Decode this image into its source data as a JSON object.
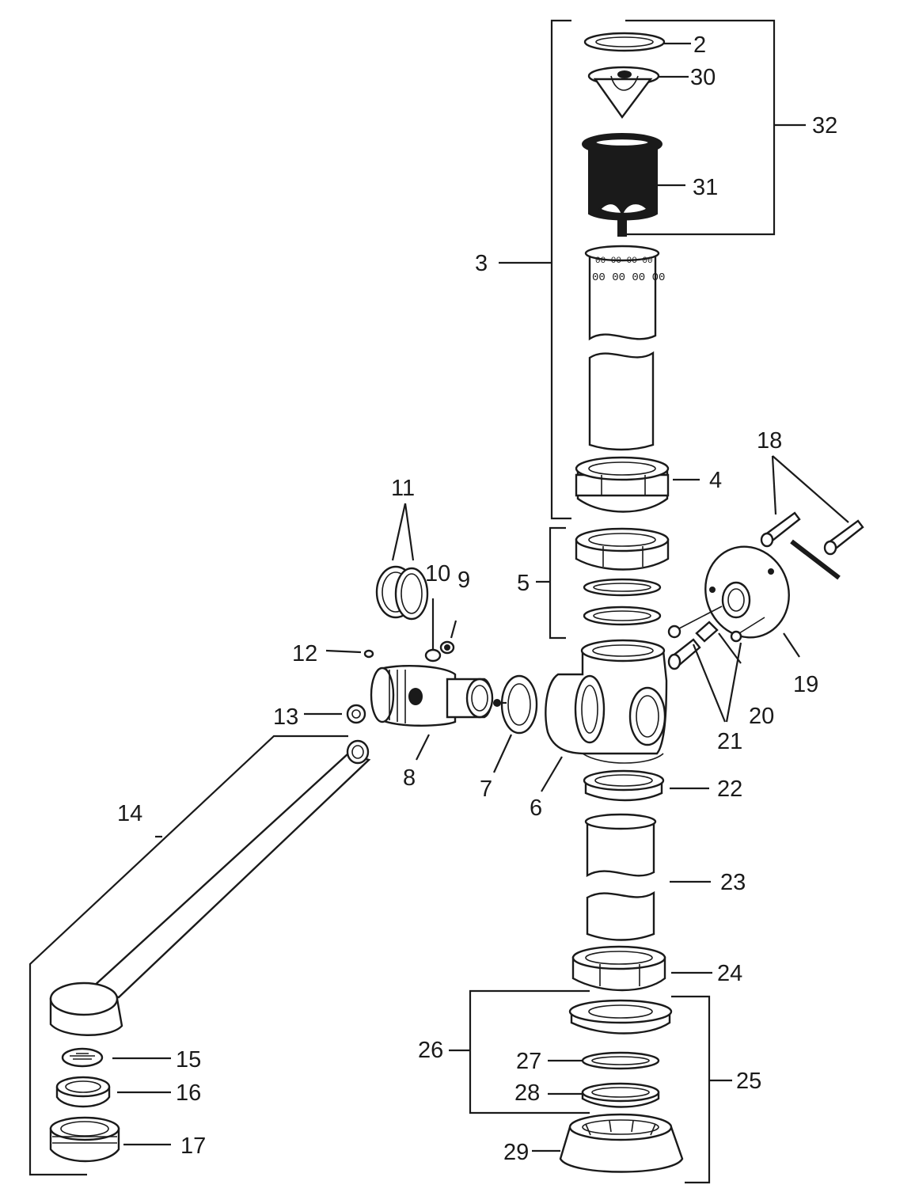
{
  "diagram": {
    "labels": {
      "l2": "2",
      "l30": "30",
      "l32": "32",
      "l31": "31",
      "l3": "3",
      "l4": "4",
      "l18": "18",
      "l11": "11",
      "l10": "10",
      "l9": "9",
      "l5": "5",
      "l12": "12",
      "l19": "19",
      "l20": "20",
      "l21": "21",
      "l13": "13",
      "l8": "8",
      "l7": "7",
      "l6": "6",
      "l22": "22",
      "l14": "14",
      "l23": "23",
      "l24": "24",
      "l26": "26",
      "l27": "27",
      "l25": "25",
      "l28": "28",
      "l15": "15",
      "l16": "16",
      "l17": "17",
      "l29": "29"
    }
  }
}
